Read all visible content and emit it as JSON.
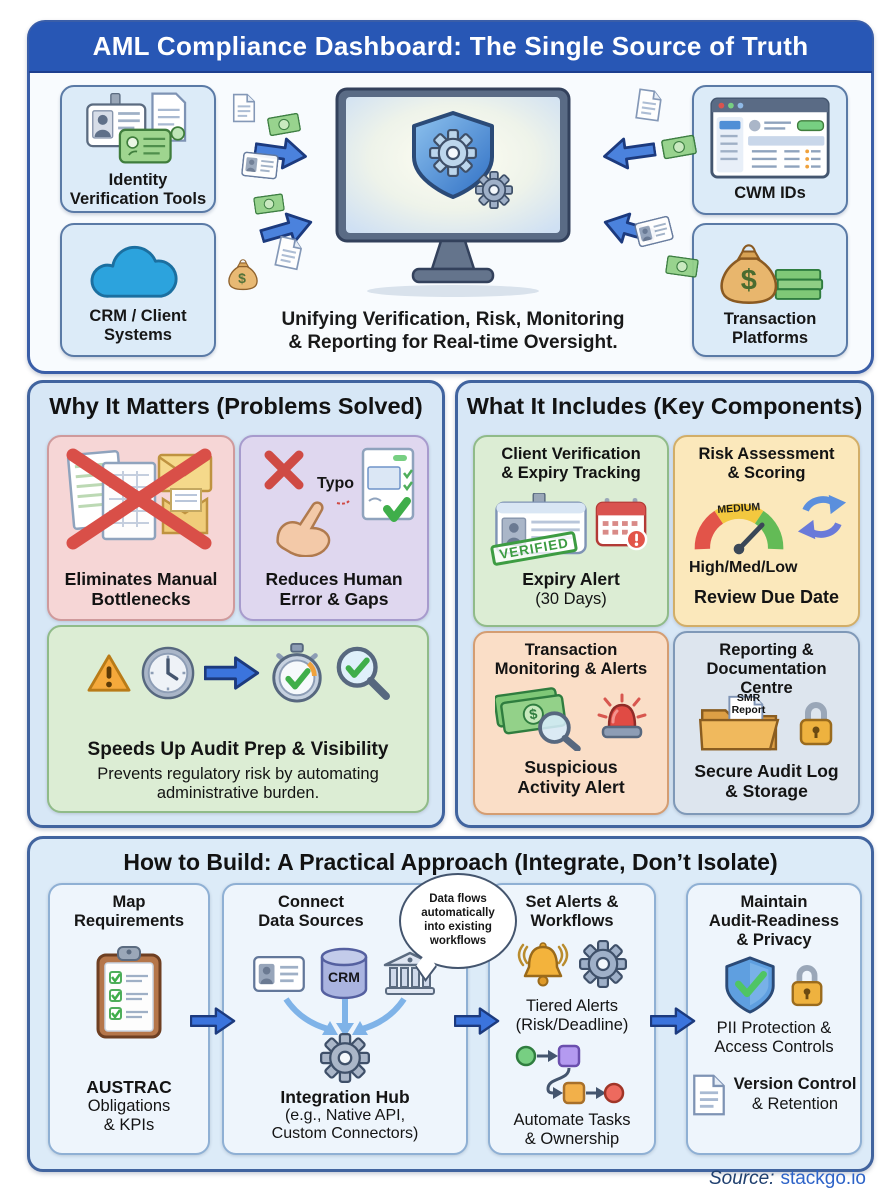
{
  "colors": {
    "banner_blue": "#2857b5",
    "panel_blue_bg": "#d7e7f6",
    "arrow_blue": "#4b82dd",
    "alert_red": "#d9534f",
    "verified_green": "#3d9c42",
    "card_pink": "#f6d6d6",
    "card_purple": "#dfd7ef",
    "card_green": "#dcedd4",
    "card_yellow": "#fbe8bb",
    "card_orange": "#fadec7",
    "card_gray": "#dde5ee"
  },
  "banner": {
    "title": "AML Compliance Dashboard: The Single Source of Truth"
  },
  "hero": {
    "left_boxes": [
      {
        "label": "Identity\nVerification Tools"
      },
      {
        "label": "CRM / Client\nSystems"
      }
    ],
    "right_boxes": [
      {
        "label": "CWM IDs"
      },
      {
        "label": "Transaction\nPlatforms"
      }
    ],
    "caption": "Unifying Verification, Risk, Monitoring\n& Reporting for Real-time Oversight."
  },
  "why": {
    "title": "Why It Matters (Problems Solved)",
    "cards": [
      {
        "label": "Eliminates Manual\nBottlenecks"
      },
      {
        "label": "Reduces Human\nError & Gaps",
        "annotation": "Typo"
      },
      {
        "label": "Speeds Up Audit Prep & Visibility",
        "sub": "Prevents regulatory risk by automating\nadministrative burden."
      }
    ]
  },
  "includes": {
    "title": "What It Includes (Key Components)",
    "cards": [
      {
        "title": "Client Verification\n& Expiry Tracking",
        "stamp": "VERIFIED",
        "caption_bold": "Expiry Alert",
        "caption": "(30 Days)"
      },
      {
        "title": "Risk Assessment\n& Scoring",
        "gauge_label": "MEDIUM",
        "levels": "High/Med/Low",
        "caption": "Review Due Date"
      },
      {
        "title": "Transaction\nMonitoring & Alerts",
        "caption": "Suspicious\nActivity Alert"
      },
      {
        "title": "Reporting &\nDocumentation Centre",
        "doc_label": "SMR Report",
        "caption": "Secure Audit Log\n& Storage"
      }
    ]
  },
  "build": {
    "title": "How to Build: A Practical Approach (Integrate, Don’t Isolate)",
    "bubble": "Data flows\nautomatically\ninto existing\nworkflows",
    "steps": [
      {
        "title": "Map\nRequirements",
        "caption_bold": "AUSTRAC",
        "caption": "Obligations\n& KPIs"
      },
      {
        "title": "Connect\nData Sources",
        "db_label": "CRM",
        "hub_bold": "Integration Hub",
        "hub_sub": "(e.g., Native API,\nCustom Connectors)"
      },
      {
        "title": "Set Alerts &\nWorkflows",
        "caption1": "Tiered Alerts\n(Risk/Deadline)",
        "caption2": "Automate Tasks\n& Ownership"
      },
      {
        "title": "Maintain\nAudit-Readiness\n& Privacy",
        "caption1": "PII Protection &\nAccess Controls",
        "caption2_bold": "Version Control",
        "caption2": "& Retention"
      }
    ]
  },
  "footer": {
    "source_label": "Source:",
    "source_value": "stackgo.io"
  },
  "misc": {
    "dollar": "$"
  }
}
